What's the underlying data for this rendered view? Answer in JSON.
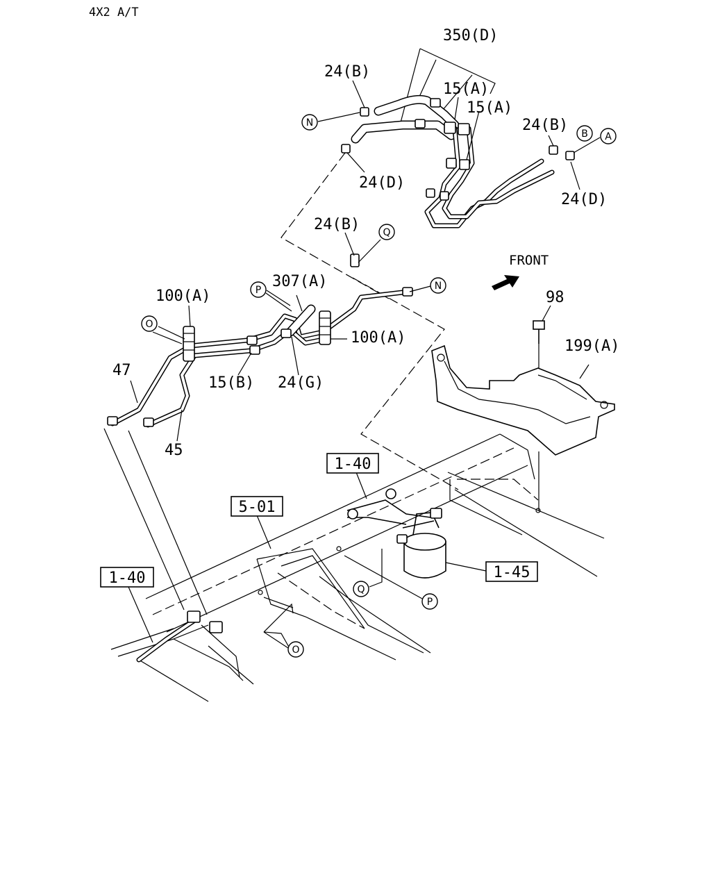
{
  "header": {
    "title": "4X2 A/T"
  },
  "labels": {
    "p350d": "350(D)",
    "p24b_top": "24(B)",
    "p15a_1": "15(A)",
    "p15a_2": "15(A)",
    "p24b_right": "24(B)",
    "p24d_top": "24(D)",
    "p24d_right": "24(D)",
    "p24b_mid": "24(B)",
    "p307a": "307(A)",
    "p100a_left": "100(A)",
    "p100a_right": "100(A)",
    "p15b": "15(B)",
    "p24g": "24(G)",
    "p47": "47",
    "p45": "45",
    "p98": "98",
    "p199a": "199(A)",
    "front": "FRONT"
  },
  "callouts": {
    "N1": "N",
    "N2": "N",
    "B": "B",
    "A": "A",
    "Q1": "Q",
    "P1": "P",
    "O1": "O",
    "Q2": "Q",
    "P2": "P",
    "O2": "O"
  },
  "ref_boxes": {
    "r140_top": "1-40",
    "r501": "5-01",
    "r140_left": "1-40",
    "r145": "1-45"
  }
}
